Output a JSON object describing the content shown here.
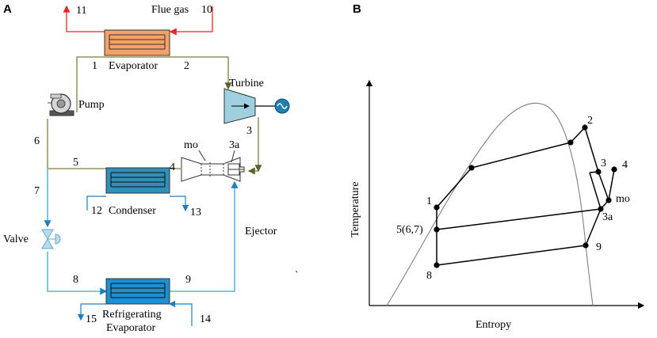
{
  "panel_a": {
    "letter": "A",
    "labels": {
      "flue_gas": "Flue gas",
      "evaporator": "Evaporator",
      "turbine": "Turbine",
      "pump": "Pump",
      "condenser": "Condenser",
      "ejector": "Ejector",
      "valve": "Valve",
      "refrigerating_line1": "Refrigerating",
      "refrigerating_line2": "Evaporator",
      "mo": "mo",
      "s3a": "3a"
    },
    "state_points": [
      "1",
      "2",
      "3",
      "4",
      "5",
      "6",
      "7",
      "8",
      "9",
      "10",
      "11",
      "12",
      "13",
      "14",
      "15"
    ],
    "colors": {
      "flue_gas_line": "#e8252b",
      "orc_line": "#7f7f3f",
      "refrigerant_line": "#3aa3e0",
      "evaporator_fill": "#f4a26a",
      "condenser_fill": "#2f8fb8",
      "refrigerating_evaporator_fill": "#1e8fd0",
      "turbine_fill": "#9fd0e0",
      "generator": "#1e7fb0"
    }
  },
  "panel_b": {
    "letter": "B",
    "xlabel": "Entropy",
    "ylabel": "Temperature",
    "point_labels": {
      "p1": "1",
      "p2": "2",
      "p3": "3",
      "p4": "4",
      "p567": "5(6,7)",
      "p8": "8",
      "p9": "9",
      "pmo": "mo",
      "p3a": "3a"
    }
  },
  "stray_mark": "`"
}
